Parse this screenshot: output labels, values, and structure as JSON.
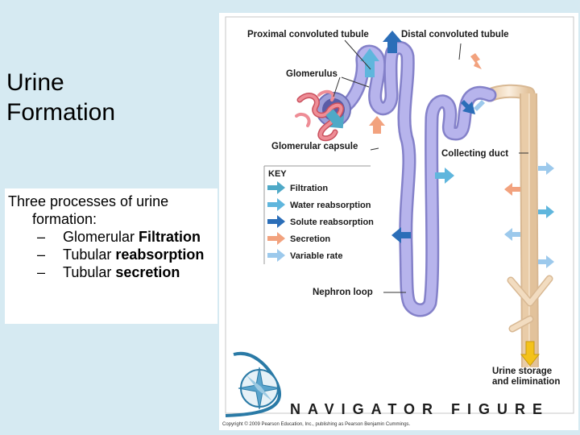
{
  "slide": {
    "title_line1": "Urine",
    "title_line2": "Formation",
    "intro": "Three processes of urine formation:",
    "bullets": [
      {
        "dash": "–",
        "plain": "Glomerular ",
        "bold": "Filtration"
      },
      {
        "dash": "–",
        "plain": "Tubular ",
        "bold": "reabsorption"
      },
      {
        "dash": "–",
        "plain": "Tubular ",
        "bold": "secretion"
      }
    ]
  },
  "figure": {
    "labels": {
      "proximal": "Proximal convoluted tubule",
      "distal": "Distal convoluted tubule",
      "glomerulus": "Glomerulus",
      "capsule": "Glomerular capsule",
      "collecting": "Collecting duct",
      "loop": "Nephron loop",
      "storage_line1": "Urine storage",
      "storage_line2": "and elimination"
    },
    "key": {
      "heading": "KEY",
      "items": [
        {
          "label": "Filtration",
          "color": "#4fa9c7"
        },
        {
          "label": "Water reabsorption",
          "color": "#5fb6dd"
        },
        {
          "label": "Solute reabsorption",
          "color": "#2b6eb8"
        },
        {
          "label": "Secretion",
          "color": "#f2a27e"
        },
        {
          "label": "Variable rate",
          "color": "#9cc9ec"
        }
      ]
    },
    "navigator": "NAVIGATOR FIGURE",
    "copyright": "Copyright © 2009 Pearson Education, Inc., publishing as Pearson Benjamin Cummings.",
    "colors": {
      "tubule": "#a9a6e4",
      "tubule_edge": "#8481c9",
      "duct": "#f2dcc0",
      "duct_edge": "#d8b893",
      "glomerulus": "#e77b86",
      "capsule": "#9d9fd9",
      "storage_arrow": "#f4c21a"
    }
  }
}
